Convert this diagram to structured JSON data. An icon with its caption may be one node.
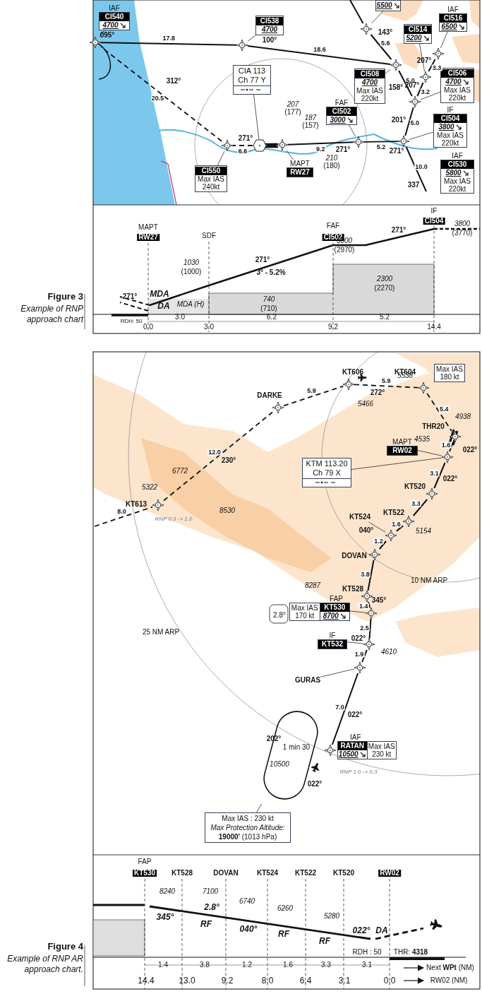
{
  "diagram": {
    "nodes": [
      {
        "text": [
          "IAF",
          "CI540",
          "4700"
        ]
      },
      {
        "text": [],
        "shape": "diamond"
      },
      {
        "text": [
          "CI538",
          "4700"
        ]
      },
      {
        "text": [],
        "shape": "diamond"
      },
      {
        "text": [
          "5500"
        ]
      },
      {
        "text": [],
        "shape": "diamond"
      },
      {
        "text": [
          "IAF",
          "CI516",
          "6500"
        ]
      },
      {
        "text": [
          "CI514",
          "5200"
        ]
      },
      {
        "text": [],
        "shape": "diamond"
      },
      {
        "text": [
          "CI508",
          "4700",
          "Max IAS 220kt"
        ]
      },
      {
        "text": [],
        "shape": "diamond"
      },
      {
        "text": [],
        "shape": "diamond"
      },
      {
        "text": [
          "CI506",
          "4700",
          "Max IAS 220kt"
        ]
      },
      {
        "text": [],
        "shape": "diamond"
      },
      {
        "text": [
          "CIA 113 Ch 77 Y"
        ]
      },
      {
        "text": [
          "FAF",
          "CI502",
          "3000"
        ]
      },
      {
        "text": [
          "IF",
          "CI504",
          "3800",
          "Max IAS 220kt"
        ]
      },
      {
        "text": [],
        "shape": "diamond"
      },
      {
        "text": [],
        "shape": "hexagon"
      },
      {
        "text": [],
        "shape": "diamond"
      },
      {
        "text": [],
        "shape": "diamond"
      },
      {
        "text": [],
        "shape": "diamond"
      },
      {
        "text": [
          "IAF",
          "CI530",
          "5800",
          "Max IAS 220kt"
        ]
      },
      {
        "text": [
          "CI550",
          "Max IAS 240kt"
        ]
      },
      {
        "text": [
          "MAPT",
          "RW27"
        ]
      },
      {
        "text": [
          "Max IAS 180 kt"
        ]
      },
      {
        "text": [],
        "shape": "diamond"
      },
      {
        "text": [],
        "shape": "diamond"
      },
      {
        "text": [],
        "shape": "diamond"
      },
      {
        "text": [],
        "shape": "diamond"
      },
      {
        "text": [],
        "shape": "diamond"
      },
      {
        "text": [
          "MAPT",
          "RW02"
        ]
      },
      {
        "text": [],
        "shape": "diamond"
      },
      {
        "text": [
          "KTM 113.20 Ch 79 X"
        ]
      },
      {
        "text": [],
        "shape": "diamond"
      },
      {
        "text": [
          "KT524"
        ]
      },
      {
        "text": [],
        "shape": "diamond"
      },
      {
        "text": [],
        "shape": "diamond"
      },
      {
        "text": [],
        "shape": "diamond"
      },
      {
        "text": [],
        "shape": "diamond"
      },
      {
        "text": [
          "FAP",
          "Max IAS 170 kt",
          "KT530",
          "8700"
        ]
      },
      {
        "text": [],
        "shape": "diamond"
      },
      {
        "text": [
          "IF",
          "KT532"
        ]
      },
      {
        "text": [],
        "shape": "diamond"
      },
      {
        "text": [
          "GURAS"
        ]
      },
      {
        "text": [],
        "shape": "diamond"
      },
      {
        "text": [],
        "shape": "oval"
      },
      {
        "text": [],
        "shape": "diamond"
      },
      {
        "text": [
          "IAF",
          "RATAN",
          "10500",
          "Max IAS 230 kt"
        ]
      },
      {
        "text": [
          "Max IAS : 230 kt",
          "Max Protection Altitude:",
          "**19000'** (1013 hPa)"
        ]
      }
    ],
    "edges": [
      {
        "from": 0,
        "to": 1,
        "arrow": "none"
      },
      {
        "from": 1,
        "to": 3,
        "arrow": "none",
        "label": "17.8"
      },
      {
        "from": 2,
        "to": 3,
        "arrow": "none"
      },
      {
        "from": 3,
        "to": 10,
        "arrow": "none",
        "label": "18.6"
      },
      {
        "from": null,
        "to": 5,
        "arrow": "none"
      },
      {
        "from": 4,
        "to": 5,
        "arrow": "none"
      },
      {
        "from": 5,
        "to": 10,
        "arrow": "none",
        "label": "5.6"
      },
      {
        "from": 10,
        "to": 13,
        "arrow": "none",
        "label": "5.0"
      },
      {
        "from": 6,
        "to": 8,
        "arrow": "none"
      },
      {
        "from": 7,
        "to": 11,
        "arrow": "none"
      },
      {
        "from": 8,
        "to": 11,
        "arrow": "none",
        "label": "3.3"
      },
      {
        "from": 11,
        "to": 13,
        "arrow": "none",
        "label": "3.2"
      },
      {
        "from": 9,
        "to": 10,
        "arrow": "none"
      },
      {
        "from": 12,
        "to": 13,
        "arrow": "none"
      },
      {
        "from": 13,
        "to": 21,
        "arrow": "none",
        "label": "5.0"
      },
      {
        "from": 14,
        "to": 18,
        "arrow": "none"
      },
      {
        "from": 15,
        "to": 20,
        "arrow": "none"
      },
      {
        "from": 16,
        "to": 21,
        "arrow": "none"
      },
      {
        "from": 21,
        "to": 20,
        "arrow": "none",
        "label": "5.2"
      },
      {
        "from": 20,
        "to": 19,
        "arrow": "none",
        "label": "9.2"
      },
      {
        "from": 19,
        "to": 18,
        "arrow": "none",
        "style": "thick"
      },
      {
        "from": 18,
        "to": 17,
        "arrow": "none",
        "label": "6.6",
        "style": "dashed"
      },
      {
        "from": 17,
        "to": 1,
        "arrow": "none",
        "label": "20.5",
        "style": "dashed"
      },
      {
        "from": 21,
        "to": null,
        "arrow": "none",
        "label": "10.0"
      },
      {
        "from": 23,
        "to": 17,
        "arrow": "none"
      },
      {
        "from": 24,
        "to": 19,
        "arrow": "none"
      },
      {
        "from": null,
        "to": 29,
        "arrow": "none",
        "label": "8.0",
        "style": "dashed"
      },
      {
        "from": 29,
        "to": 28,
        "arrow": "none",
        "label": "12.0",
        "style": "dashed"
      },
      {
        "from": 28,
        "to": 26,
        "arrow": "none",
        "label": "5.9",
        "style": "dashed"
      },
      {
        "from": 26,
        "to": 27,
        "arrow": "none",
        "label": "5.9",
        "style": "dashed"
      },
      {
        "from": 27,
        "to": 30,
        "arrow": "none",
        "label": "5.4",
        "style": "dashed"
      },
      {
        "from": 31,
        "to": 32,
        "arrow": "none"
      },
      {
        "from": 33,
        "to": 32,
        "arrow": "none"
      },
      {
        "from": 47,
        "to": 45,
        "arrow": "none",
        "label": "7.0"
      },
      {
        "from": 45,
        "to": 43,
        "arrow": "none",
        "label": "1.9"
      },
      {
        "from": 43,
        "to": 41,
        "arrow": "none",
        "label": "2.5"
      },
      {
        "from": 41,
        "to": 39,
        "arrow": "none",
        "label": "1.4"
      },
      {
        "from": 39,
        "to": 38,
        "arrow": "none",
        "label": "3.8"
      },
      {
        "from": 38,
        "to": 37,
        "arrow": "none",
        "label": "1.2"
      },
      {
        "from": 37,
        "to": 36,
        "arrow": "none",
        "label": "1.6"
      },
      {
        "from": 36,
        "to": 34,
        "arrow": "none",
        "label": "3.3"
      },
      {
        "from": 34,
        "to": 32,
        "arrow": "none",
        "label": "3.1"
      },
      {
        "from": 32,
        "to": 30,
        "arrow": "none",
        "label": "1.6"
      },
      {
        "from": 35,
        "to": 37,
        "arrow": "none"
      },
      {
        "from": 40,
        "to": 41,
        "arrow": "none"
      },
      {
        "from": 42,
        "to": 43,
        "arrow": "none"
      },
      {
        "from": 44,
        "to": 45,
        "arrow": "none"
      },
      {
        "from": 49,
        "to": 46,
        "arrow": "none"
      }
    ],
    "labels": [
      "095°",
      "100°",
      "143°",
      "158°",
      "207°",
      "207°",
      "201°",
      "271°",
      "271°",
      "271°",
      "312°",
      "337",
      "207",
      "(177)",
      "187",
      "(157)",
      "210",
      "(180)",
      "MAPT",
      "RW27",
      "SDF",
      "FAF",
      "CI502",
      "IF",
      "CI504",
      "3800",
      "(3770)",
      "3000",
      "(2970)",
      "271°",
      "1030",
      "(1000)",
      "271°",
      "3° - 5.2%",
      "2300",
      "(2270)",
      "740",
      "(710)",
      "271°",
      "MDA",
      "DA",
      "MDA (H)",
      "RDH: 50",
      "3.0",
      "6.2",
      "5.2",
      "0.0",
      "3.0",
      "9.2",
      "14.4",
      "Figure 3",
      "Example of RNP approach chart",
      "KT606",
      "KT604",
      "DARKE",
      "KT613",
      "THR20",
      "KT520",
      "KT522",
      "DOVAN",
      "KT528",
      "272°",
      "5538",
      "5466",
      "4938",
      "4535",
      "022°",
      "022°",
      "040°",
      "345°",
      "022°",
      "022°",
      "230°",
      "RNP 0.3 -> 1.0",
      "6772",
      "5322",
      "8530",
      "5154",
      "8287",
      "4610",
      "10 NM ARP",
      "25 NM ARP",
      "2.8°",
      "202°",
      "10500",
      "1 min 30",
      "022°",
      "RNP 1.0 -> 0.3",
      "FAP",
      "KT530",
      "KT528",
      "DOVAN",
      "KT524",
      "KT522",
      "KT520",
      "RW02",
      "8240",
      "7100",
      "6740",
      "6260",
      "5280",
      "2.8°",
      "345°",
      "RF",
      "040°",
      "RF",
      "RF",
      "022°",
      "DA",
      "RDH : 50",
      "THR: **4318**",
      "1.4",
      "3.8",
      "1.2",
      "1.6",
      "3.3",
      "3.1",
      "Next **WPt** (NM)",
      "14.4",
      "13.0",
      "9.2",
      "8.0",
      "6.4",
      "3.1",
      "0.0",
      "RW02 (NM)",
      "Figure 4",
      "Example of RNP AR approach chart."
    ]
  }
}
